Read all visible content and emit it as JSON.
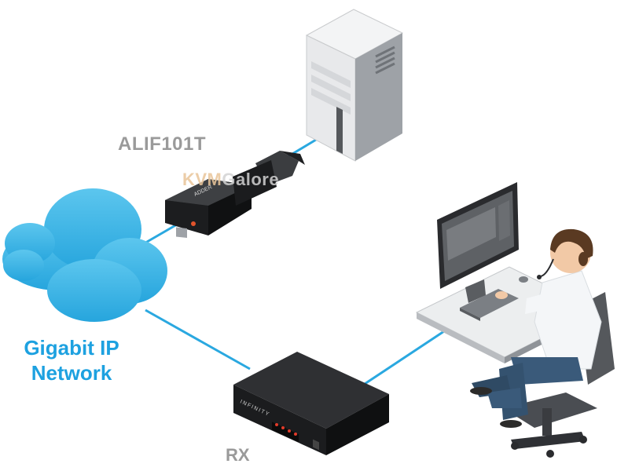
{
  "labels": {
    "transmitter": "ALIF101T",
    "receiver": "RX",
    "network_line1": "Gigabit IP",
    "network_line2": "Network"
  },
  "watermark": {
    "part1": "KVM",
    "part2": "Galore"
  },
  "device_text": {
    "brand": "ADDER",
    "product": "INFINITY"
  },
  "colors": {
    "link": "#2aa8e0",
    "cloud": "#3cb5e6",
    "label_gray": "#9a9a9a",
    "network_text": "#1da1e0"
  },
  "icons": [
    "server-tower-icon",
    "transmitter-dongle-icon",
    "network-cloud-icon",
    "receiver-box-icon",
    "workstation-user-icon"
  ]
}
